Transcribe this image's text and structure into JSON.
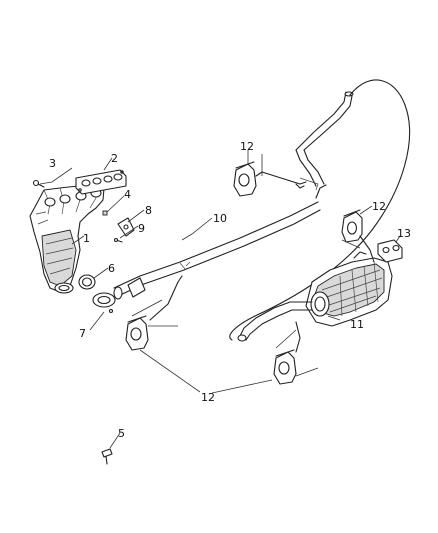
{
  "diagram": {
    "callouts": [
      {
        "id": "c1",
        "label": "1"
      },
      {
        "id": "c2",
        "label": "2"
      },
      {
        "id": "c3",
        "label": "3"
      },
      {
        "id": "c4",
        "label": "4"
      },
      {
        "id": "c5",
        "label": "5"
      },
      {
        "id": "c6",
        "label": "6"
      },
      {
        "id": "c7",
        "label": "7"
      },
      {
        "id": "c8",
        "label": "8"
      },
      {
        "id": "c9",
        "label": "9"
      },
      {
        "id": "c10",
        "label": "10"
      },
      {
        "id": "c11",
        "label": "11"
      },
      {
        "id": "c12a",
        "label": "12"
      },
      {
        "id": "c12b",
        "label": "12"
      },
      {
        "id": "c12c",
        "label": "12"
      },
      {
        "id": "c13",
        "label": "13"
      }
    ]
  }
}
